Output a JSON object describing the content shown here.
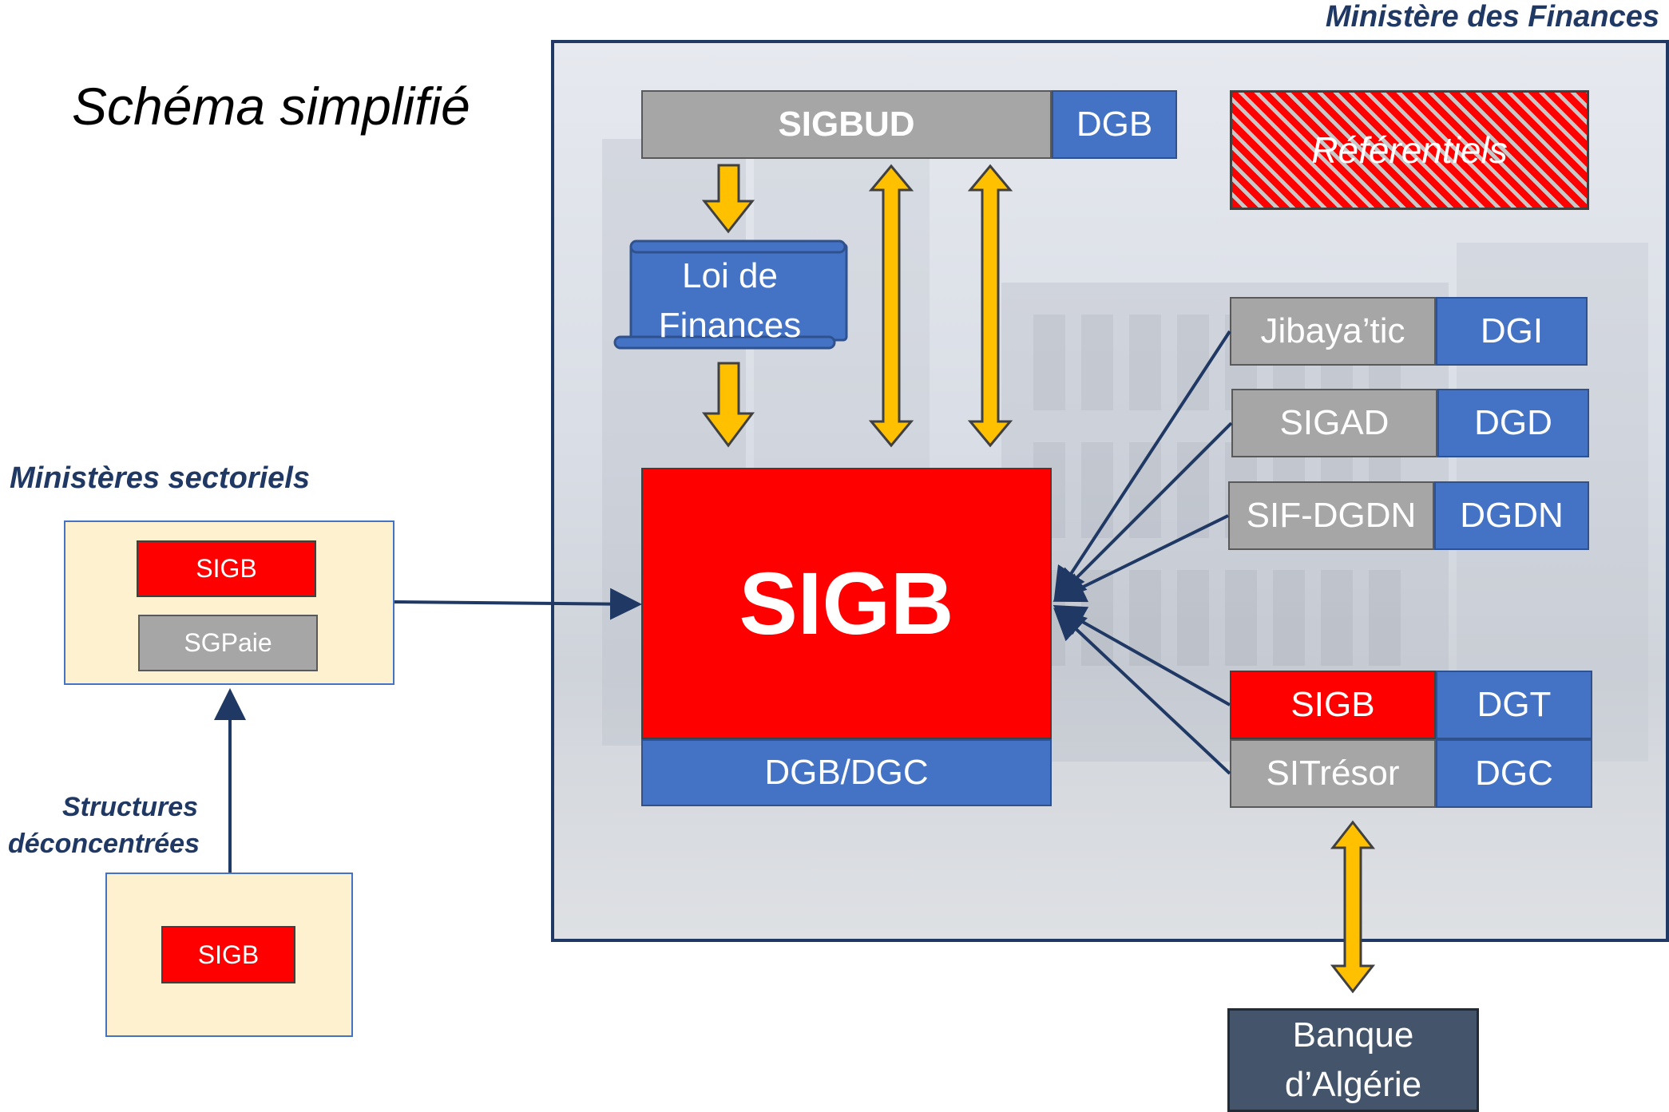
{
  "title": "Schéma simplifié",
  "ministry_finances": "Ministère des Finances",
  "ministries_sectoral": {
    "title": "Ministères sectoriels",
    "items": [
      "SIGB",
      "SGPaie"
    ]
  },
  "decentralized": {
    "title_line1": "Structures",
    "title_line2": "déconcentrées",
    "item": "SIGB"
  },
  "sigbud": {
    "label": "SIGBUD",
    "owner": "DGB"
  },
  "loi_de_finances": {
    "line1": "Loi de",
    "line2": "Finances"
  },
  "referentiels": "Référentiels",
  "sigb_main": {
    "label": "SIGB",
    "owner": "DGB/DGC"
  },
  "systems": [
    {
      "label": "Jibaya’tic",
      "owner": "DGI"
    },
    {
      "label": "SIGAD",
      "owner": "DGD"
    },
    {
      "label": "SIF-DGDN",
      "owner": "DGDN"
    }
  ],
  "treasury": [
    {
      "label": "SIGB",
      "owner": "DGT"
    },
    {
      "label": "SITrésor",
      "owner": "DGC"
    }
  ],
  "bank": {
    "line1": "Banque",
    "line2": "d’Algérie"
  },
  "colors": {
    "blue": "#4472c4",
    "gray": "#a6a6a6",
    "red": "#ff0000",
    "navy": "#1f3864",
    "gold": "#ffc000",
    "cream": "#fdf1cf",
    "bank": "#44546a"
  }
}
